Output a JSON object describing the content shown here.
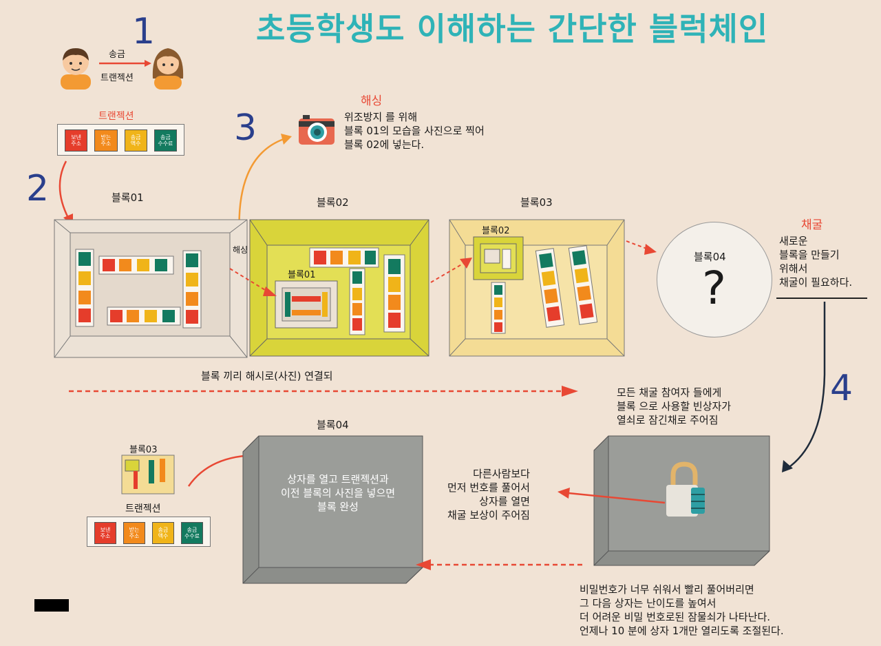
{
  "title": "초등학생도 이해하는 간단한 블럭체인",
  "steps": [
    "1",
    "2",
    "3",
    "4"
  ],
  "step1": {
    "arrow_top": "송금",
    "arrow_bottom": "트랜젝션"
  },
  "tx_label": "트랜젝션",
  "tx_items": [
    "보낸\n주소",
    "받는\n주소",
    "송금\n액수",
    "송금\n수수료"
  ],
  "hash": {
    "title": "해싱",
    "desc": "위조방지 를 위해\n블록 01의 모습을 사진으로 찍어\n블록 02에 넣는다.",
    "side_label": "해싱"
  },
  "blocks": {
    "b01": "블록01",
    "b02": "블록02",
    "b03": "블록03",
    "b04": "블록04",
    "inner_b01": "블록01",
    "inner_b02": "블록02",
    "question": "?"
  },
  "mining": {
    "title": "채굴",
    "desc": "새로운\n블록을 만들기\n위해서\n채굴이 필요하다."
  },
  "chain_text": "블록 끼리 해시로(사진) 연결되",
  "step4_text": "모든 채굴 참여자 들에게\n블록 으로 사용할 빈상자가\n열쇠로 잠긴채로 주어짐",
  "bottom": {
    "b04": "블록04",
    "b03": "블록03",
    "tx_label": "트랜젝션",
    "box_text": "상자를 열고 트랜젝션과\n이전 블록의 사진을 넣으면\n블록 완성",
    "reward_text": "다른사람보다\n먼저 번호를 풀어서\n상자를 열면\n채굴 보상이 주어짐",
    "difficulty_text": "비밀번호가 너무 쉬워서 빨리 풀어버리면\n그 다음 상자는 난이도를 높여서\n더 어려운 비밀 번호로된 잠물쇠가 나타난다.\n언제나 10 분에 상자 1개만 열리도록 조절된다."
  },
  "colors": {
    "title": "#2fb3b7",
    "step_number": "#2a3f8c",
    "accent_red": "#e84834",
    "arrow_orange": "#f39a33",
    "block02_green": "#d9d43a",
    "block03_yellow": "#f4dc95",
    "box_gray": "#9b9d99"
  }
}
